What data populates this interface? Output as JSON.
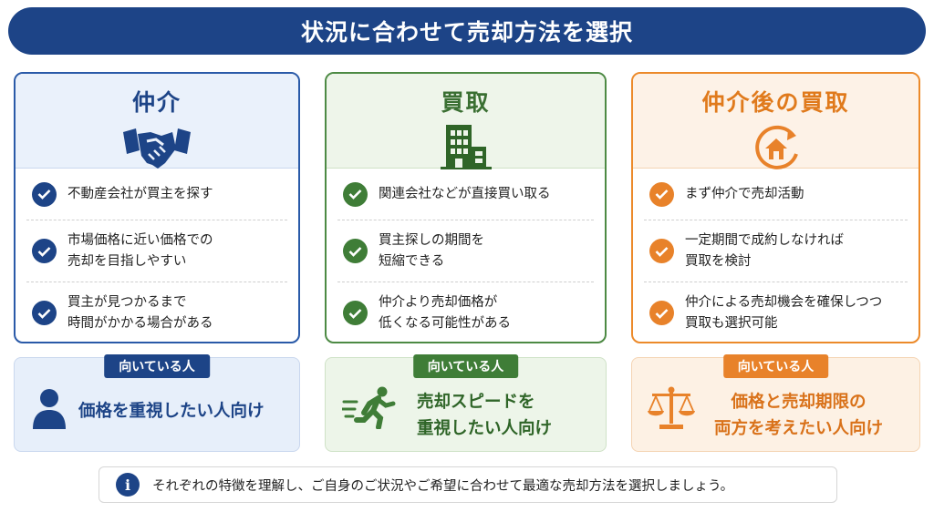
{
  "header": {
    "title": "状況に合わせて売却方法を選択"
  },
  "columns": [
    {
      "title": "仲介",
      "icon": "handshake-icon",
      "items": [
        "不動産会社が買主を探す",
        "市場価格に近い価格での\n売却を目指しやすい",
        "買主が見つかるまで\n時間がかかる場合がある"
      ],
      "badge": "向いている人",
      "target_icon": "person-icon",
      "target": "価格を重視したい人向け"
    },
    {
      "title": "買取",
      "icon": "building-icon",
      "items": [
        "関連会社などが直接買い取る",
        "買主探しの期間を\n短縮できる",
        "仲介より売却価格が\n低くなる可能性がある"
      ],
      "badge": "向いている人",
      "target_icon": "running-person-icon",
      "target": "売却スピードを\n重視したい人向け"
    },
    {
      "title": "仲介後の買取",
      "icon": "house-cycle-icon",
      "items": [
        "まず仲介で売却活動",
        "一定期間で成約しなければ\n買取を検討",
        "仲介による売却機会を確保しつつ\n買取も選択可能"
      ],
      "badge": "向いている人",
      "target_icon": "balance-scale-icon",
      "target": "価格と売却期限の\n両方を考えたい人向け"
    }
  ],
  "footer": {
    "icon": "info-icon",
    "glyph": "i",
    "text": "それぞれの特徴を理解し、ご自身のご状況やご希望に合わせて最適な売却方法を選択しましょう。"
  },
  "colors": {
    "blue": "#1d4487",
    "green": "#3f7d37",
    "orange": "#e8822a"
  }
}
